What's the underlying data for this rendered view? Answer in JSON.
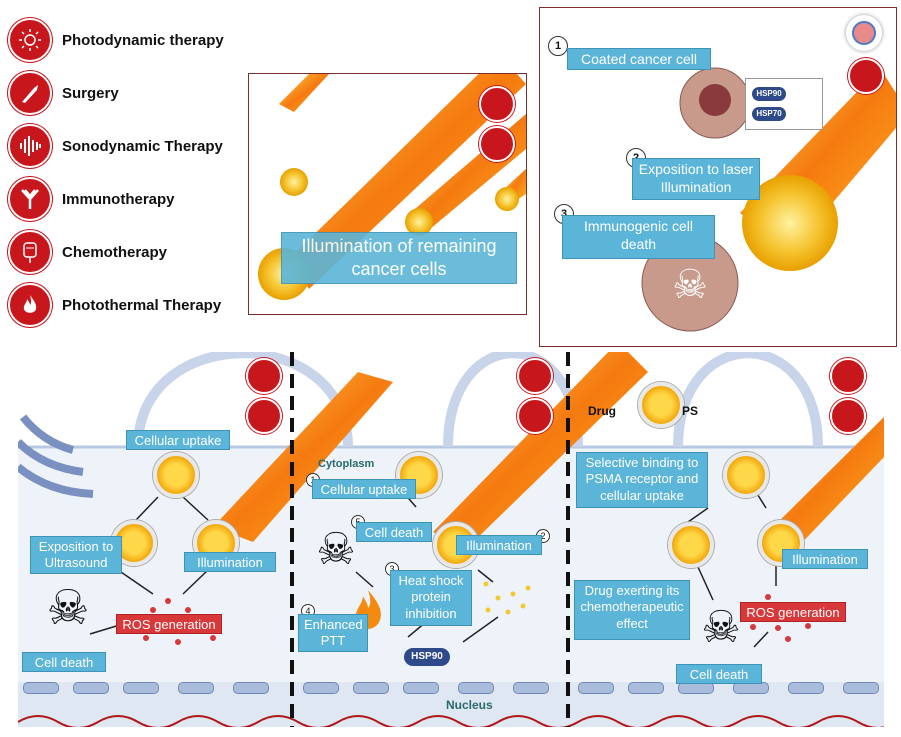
{
  "legend": [
    {
      "icon": "photodynamic-icon",
      "label": "Photodynamic therapy"
    },
    {
      "icon": "scalpel-icon",
      "label": "Surgery"
    },
    {
      "icon": "soundwave-icon",
      "label": "Sonodynamic Therapy"
    },
    {
      "icon": "antibody-icon",
      "label": "Immunotherapy"
    },
    {
      "icon": "iv-bag-icon",
      "label": "Chemotherapy"
    },
    {
      "icon": "flame-icon",
      "label": "Photothermal Therapy"
    }
  ],
  "surgery_panel": {
    "caption": "Illumination of remaining cancer cells"
  },
  "immuno_panel": {
    "step1": "Coated cancer cell",
    "step2": "Exposition to laser Illumination",
    "step3": "Immunogenic cell death",
    "hsp90": "HSP90",
    "hsp70": "HSP70",
    "n1": "1",
    "n2": "2",
    "n3": "3"
  },
  "sdt_panel": {
    "uptake": "Cellular uptake",
    "ultrasound": "Exposition to Ultrasound",
    "illumination": "Illumination",
    "ros": "ROS generation",
    "death": "Cell death"
  },
  "ptt_panel": {
    "cytoplasm": "Cytoplasm",
    "uptake": "Cellular uptake",
    "death": "Cell death",
    "illumination": "Illumination",
    "heat_shock": "Heat shock protein inhibition",
    "enhanced": "Enhanced PTT",
    "hsp90": "HSP90",
    "n1": "1",
    "n2": "2",
    "n3": "3",
    "n4": "4",
    "n5": "5"
  },
  "chemo_panel": {
    "drug": "Drug",
    "ps": "PS",
    "binding": "Selective binding to PSMA receptor and cellular uptake",
    "illumination": "Illumination",
    "drug_effect": "Drug exerting its chemotherapeutic effect",
    "ros": "ROS generation",
    "death": "Cell death"
  },
  "nucleus_label": "Nucleus",
  "colors": {
    "red": "#c8161d",
    "blue": "#5bb5d8",
    "ros_red": "#d9383a"
  }
}
